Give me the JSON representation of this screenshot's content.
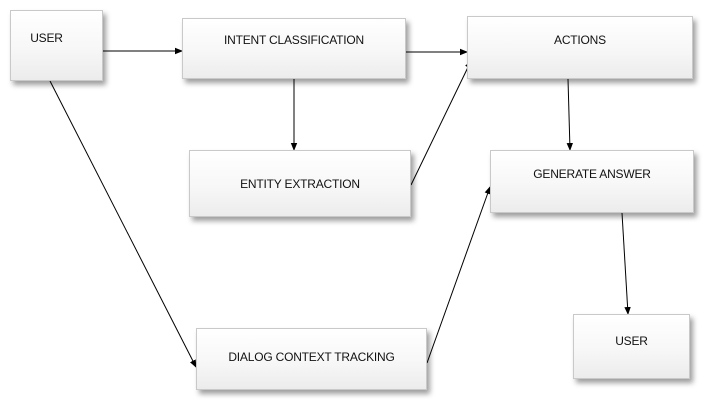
{
  "nodes": {
    "user_start": "USER",
    "intent_classification": "INTENT CLASSIFICATION",
    "actions": "ACTIONS",
    "entity_extraction": "ENTITY EXTRACTION",
    "generate_answer": "GENERATE ANSWER",
    "dialog_context_tracking": "DIALOG CONTEXT TRACKING",
    "user_end": "USER"
  },
  "edges": [
    {
      "from": "user_start",
      "to": "intent_classification"
    },
    {
      "from": "user_start",
      "to": "dialog_context_tracking"
    },
    {
      "from": "intent_classification",
      "to": "actions"
    },
    {
      "from": "intent_classification",
      "to": "entity_extraction"
    },
    {
      "from": "entity_extraction",
      "to": "actions"
    },
    {
      "from": "actions",
      "to": "generate_answer"
    },
    {
      "from": "dialog_context_tracking",
      "to": "generate_answer"
    },
    {
      "from": "generate_answer",
      "to": "user_end"
    }
  ],
  "colors": {
    "box_border": "#c9c9c9",
    "box_fill": "#f7f7f7",
    "arrow": "#000000",
    "text": "#111111"
  }
}
